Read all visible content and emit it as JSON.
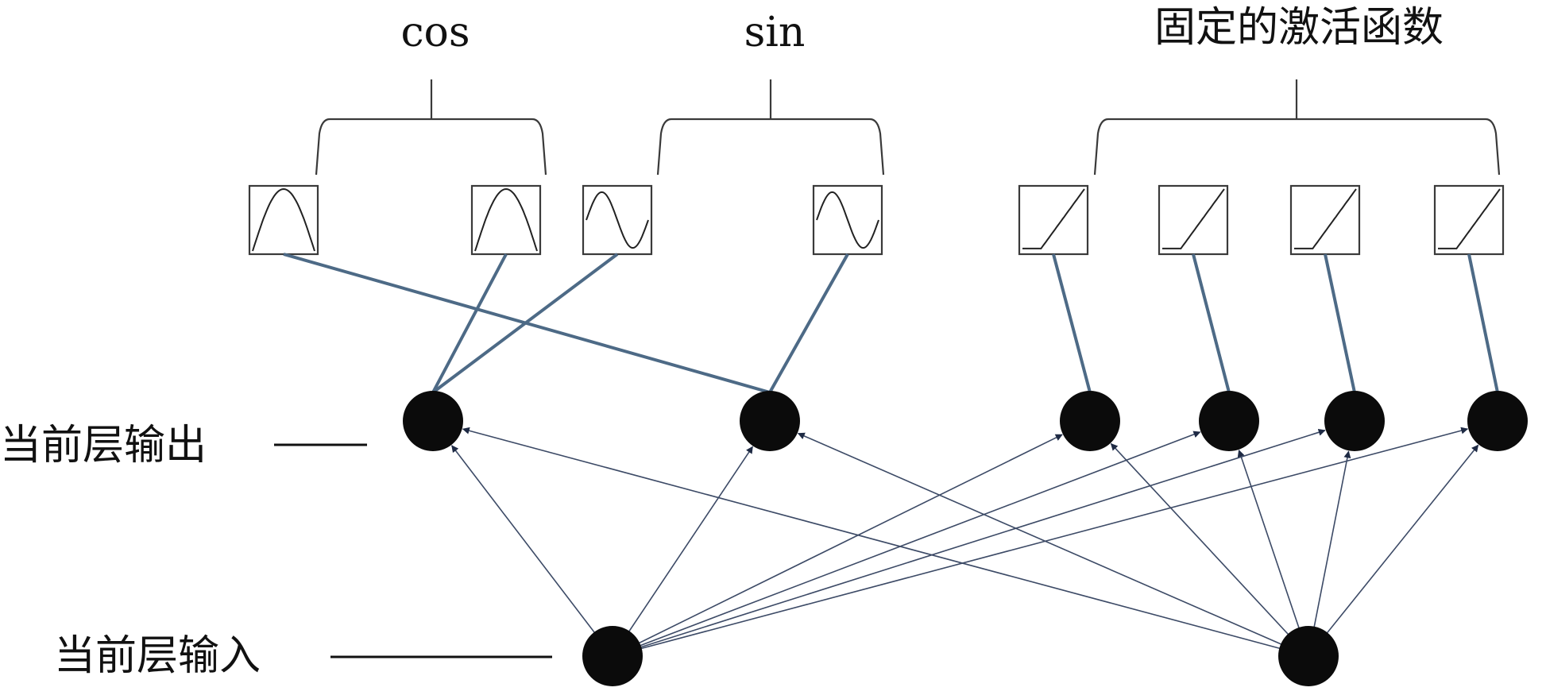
{
  "diagram": {
    "groups": [
      {
        "id": "cos",
        "label": "cos",
        "activation": "cos",
        "box_count": 2
      },
      {
        "id": "sin",
        "label": "sin",
        "activation": "sin",
        "box_count": 2
      },
      {
        "id": "fixed",
        "label": "固定的激活函数",
        "activation": "relu",
        "box_count": 4
      }
    ],
    "output_layer": {
      "label": "当前层输出",
      "node_count": 6,
      "box_to_node": [
        1,
        0,
        0,
        1,
        2,
        3,
        4,
        5
      ]
    },
    "input_layer": {
      "label": "当前层输入",
      "node_count": 2
    },
    "connections": "every input node connects to every output node (arrows point to outputs)"
  }
}
